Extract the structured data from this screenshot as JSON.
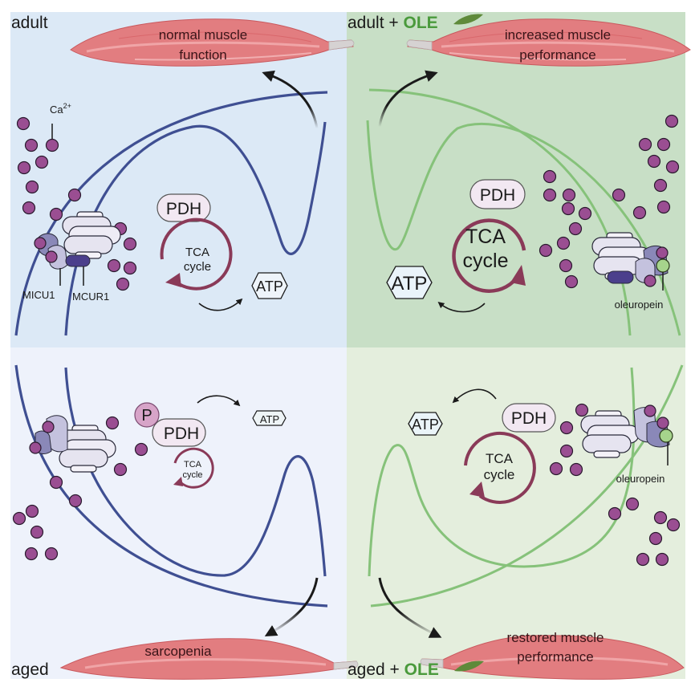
{
  "title": "Oleuropein effect on mitochondrial calcium uptake and muscle performance",
  "colors": {
    "adult_bg": "#dce9f6",
    "adult_ole_bg": "#c8dfc6",
    "aged_bg": "#eef2fb",
    "aged_ole_bg": "#e4eedd",
    "membrane_blue": "#3f4f92",
    "membrane_green": "#86c27a",
    "calcium": "#9a4e92",
    "tca": "#8a3a58",
    "muscle": "#e27d80",
    "ole_green": "#4a9a3c"
  },
  "panels": {
    "adult": {
      "label": "adult",
      "muscle_line1": "normal muscle",
      "muscle_line2": "function",
      "pdh": "PDH",
      "tca_line1": "TCA",
      "tca_line2": "cycle",
      "atp": "ATP",
      "calcium_label": "Ca",
      "calcium_sup": "2+",
      "micu1": "MICU1",
      "mcur1": "MCUR1"
    },
    "adult_ole": {
      "label_prefix": "adult + ",
      "label_ole": "OLE",
      "muscle_line1": "increased muscle",
      "muscle_line2": "performance",
      "pdh": "PDH",
      "tca_line1": "TCA",
      "tca_line2": "cycle",
      "atp": "ATP",
      "oleuropein": "oleuropein"
    },
    "aged": {
      "label": "aged",
      "muscle_line1": "sarcopenia",
      "phospho": "P",
      "pdh": "PDH",
      "tca_line1": "TCA",
      "tca_line2": "cycle",
      "atp": "ATP"
    },
    "aged_ole": {
      "label_prefix": "aged + ",
      "label_ole": "OLE",
      "muscle_line1": "restored muscle",
      "muscle_line2": "performance",
      "pdh": "PDH",
      "tca_line1": "TCA",
      "tca_line2": "cycle",
      "atp": "ATP",
      "oleuropein": "oleuropein"
    }
  }
}
